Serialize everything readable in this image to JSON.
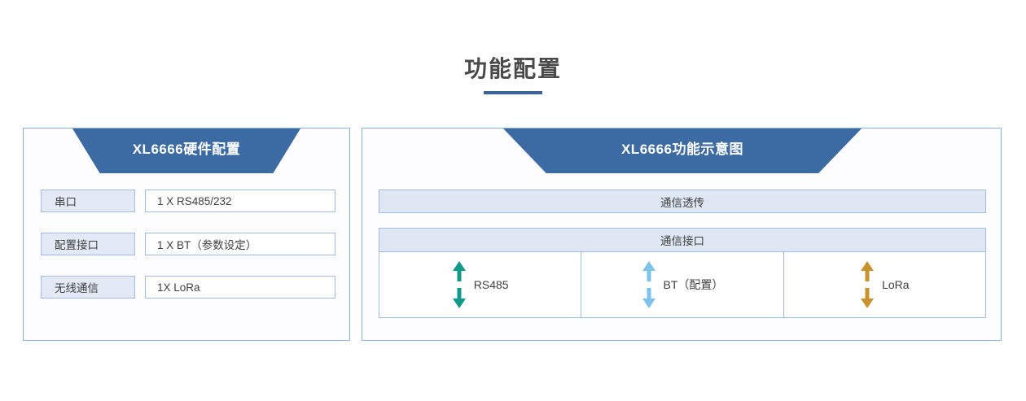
{
  "page": {
    "title": "功能配置",
    "accent_color": "#3a6496",
    "banner_color": "#3c6aa3",
    "panel_border_color": "#8ab0dd",
    "cell_fill_color": "#e3eaf5"
  },
  "left_panel": {
    "banner_title": "XL6666硬件配置",
    "rows": [
      {
        "label": "串口",
        "value": "1 X RS485/232"
      },
      {
        "label": "配置接口",
        "value": "1 X BT（参数设定）"
      },
      {
        "label": "无线通信",
        "value": "1X LoRa"
      }
    ]
  },
  "right_panel": {
    "banner_title": "XL6666功能示意图",
    "transparent_bar": "通信透传",
    "interface_bar": "通信接口",
    "interfaces": [
      {
        "label": "RS485",
        "arrow_icon": "double-arrow-vertical-icon",
        "color": "#109a8a"
      },
      {
        "label": "BT（配置）",
        "arrow_icon": "double-arrow-vertical-icon",
        "color": "#7dc3ec"
      },
      {
        "label": "LoRa",
        "arrow_icon": "double-arrow-vertical-icon",
        "color": "#c8932e"
      }
    ]
  }
}
